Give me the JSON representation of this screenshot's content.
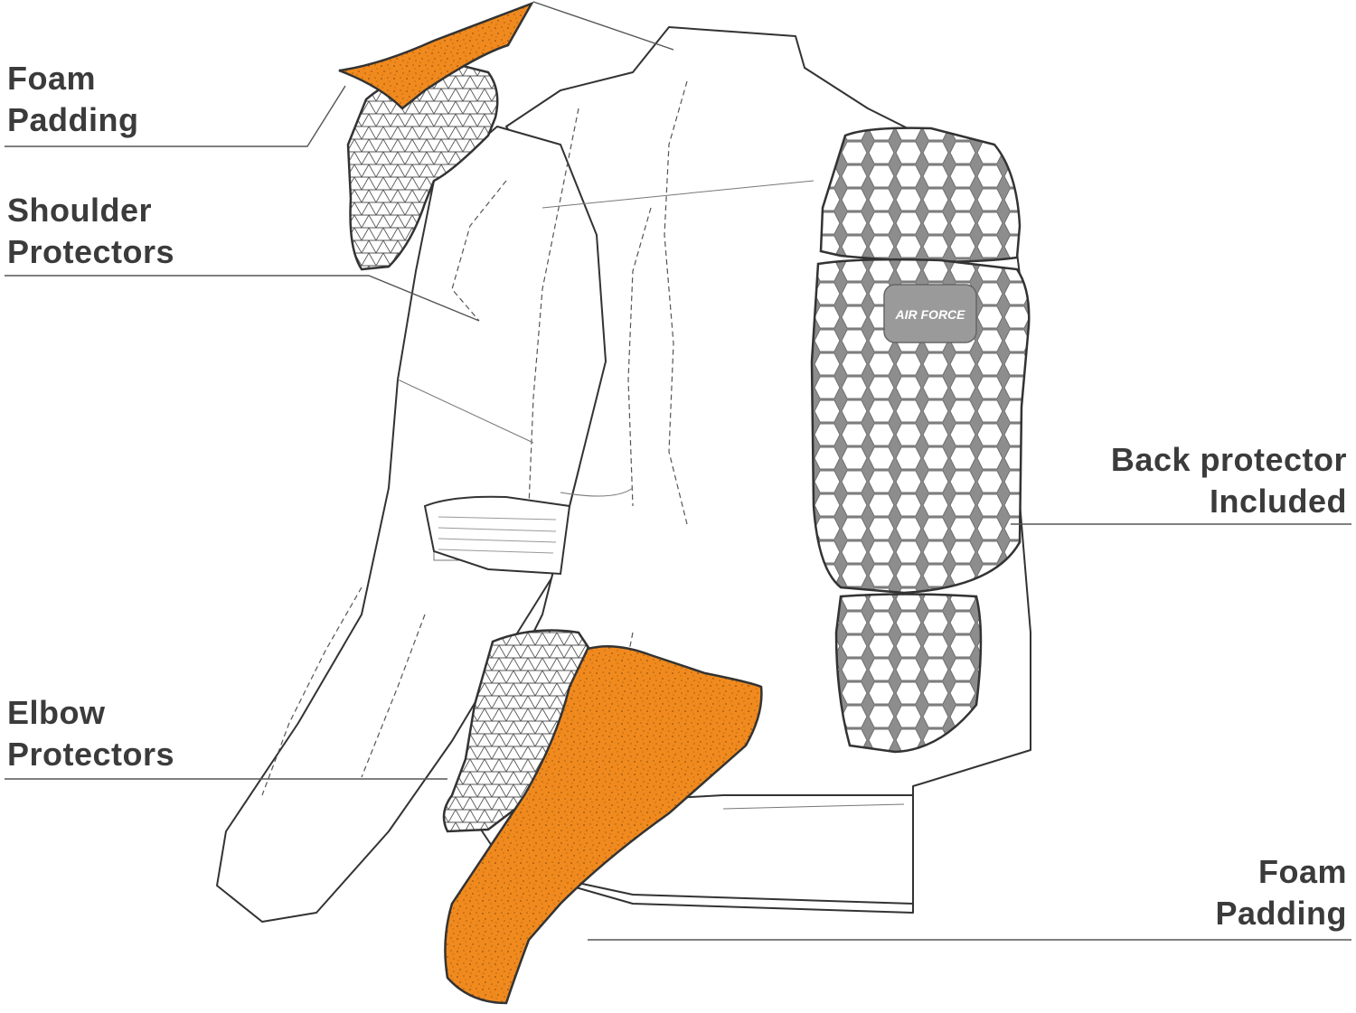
{
  "callouts": {
    "foam_padding_top": {
      "line1": "Foam",
      "line2": "Padding"
    },
    "shoulder_protectors": {
      "line1": "Shoulder",
      "line2": "Protectors"
    },
    "elbow_protectors": {
      "line1": "Elbow",
      "line2": "Protectors"
    },
    "back_protector": {
      "line1": "Back protector",
      "line2": "Included"
    },
    "foam_padding_bottom": {
      "line1": "Foam",
      "line2": "Padding"
    }
  },
  "logo": {
    "text": "AIR FORCE"
  },
  "colors": {
    "foam": "#f08a1e",
    "outline": "#333333",
    "protector_fill": "#8d8d8d",
    "label_text": "#3b3b3b"
  },
  "icons": [
    "foam-padding-shape",
    "shoulder-protector-shape",
    "back-protector-shape",
    "elbow-protector-shape"
  ]
}
